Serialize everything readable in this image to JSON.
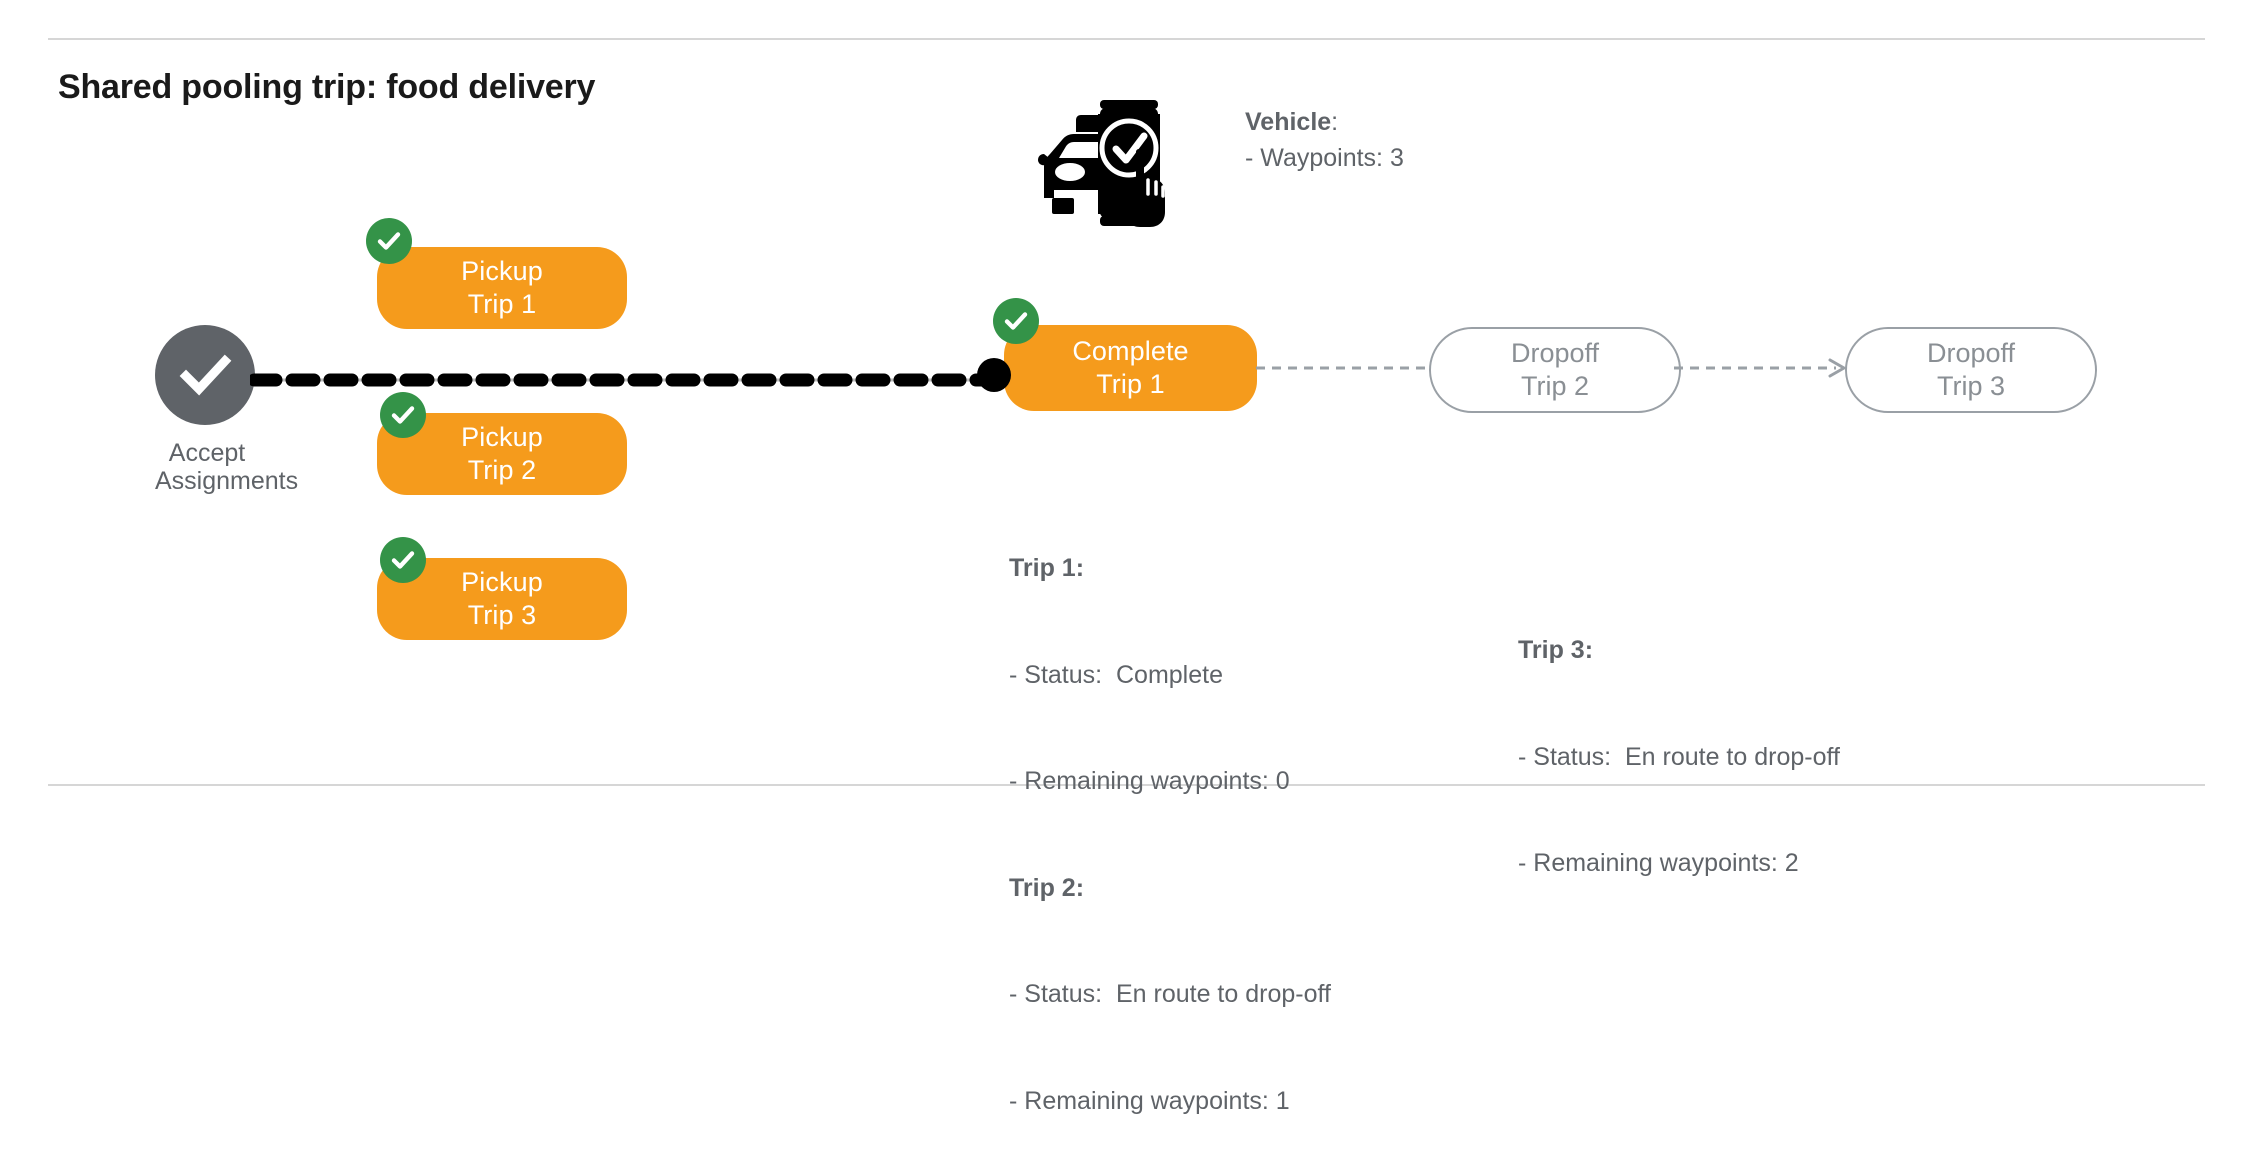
{
  "title": "Shared pooling trip: food delivery",
  "colors": {
    "orange": "#f59b1c",
    "green": "#349348",
    "gray": "#5f6368",
    "outline_gray": "#9aa0a6",
    "rule": "#d6d6d6",
    "dot_black": "#000000"
  },
  "accept_node": {
    "icon": "check-circle-icon",
    "label_line1": "Accept",
    "label_line2": "Assignments"
  },
  "pickup_nodes": [
    {
      "line1": "Pickup",
      "line2": "Trip 1",
      "badge": "check-badge-icon",
      "status": "done"
    },
    {
      "line1": "Pickup",
      "line2": "Trip 2",
      "badge": "check-badge-icon",
      "status": "done"
    },
    {
      "line1": "Pickup",
      "line2": "Trip 3",
      "badge": "check-badge-icon",
      "status": "done"
    }
  ],
  "complete_node": {
    "line1": "Complete",
    "line2": "Trip 1",
    "badge": "check-badge-icon",
    "status": "done"
  },
  "dropoff_nodes": [
    {
      "line1": "Dropoff",
      "line2": "Trip 2",
      "status": "pending"
    },
    {
      "line1": "Dropoff",
      "line2": "Trip 3",
      "status": "pending"
    }
  ],
  "vehicle": {
    "icon": "car-phone-check-icon",
    "heading": "Vehicle",
    "heading_suffix": ":",
    "detail": "- Waypoints: 3"
  },
  "trip_details_left": {
    "trip1_heading": "Trip 1",
    "trip1_status": "- Status:  Complete",
    "trip1_waypoints": "- Remaining waypoints: 0",
    "trip2_heading": "Trip 2",
    "trip2_status": "- Status:  En route to drop-off",
    "trip2_waypoints": "- Remaining waypoints: 1"
  },
  "trip_details_right": {
    "trip3_heading": "Trip 3",
    "trip3_status": "- Status:  En route to drop-off",
    "trip3_waypoints": "- Remaining waypoints: 2"
  }
}
